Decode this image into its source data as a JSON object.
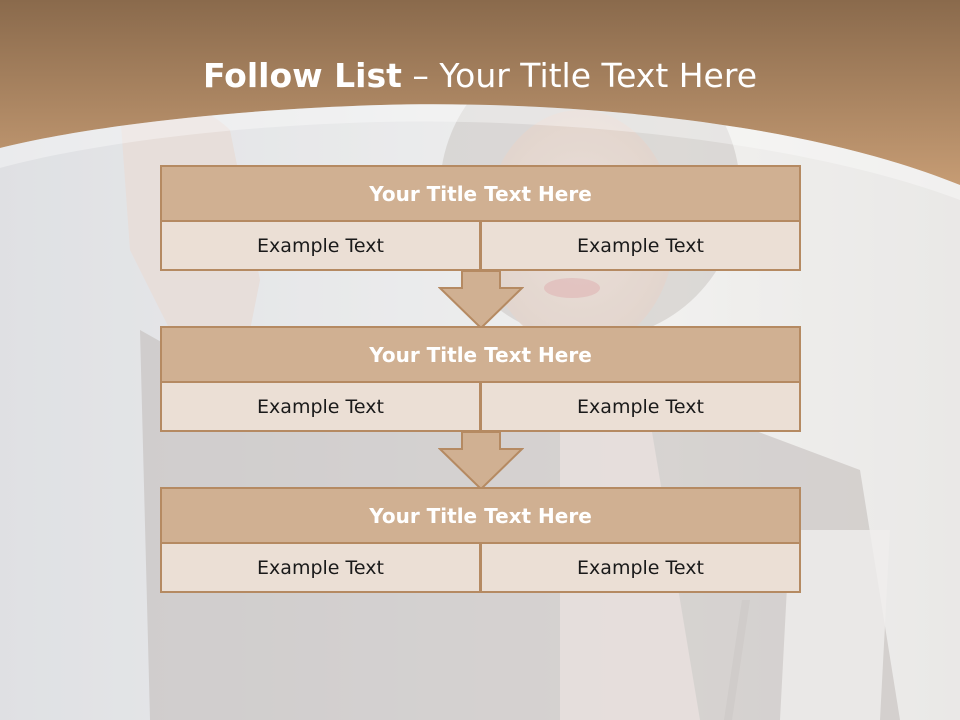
{
  "title": {
    "bold": "Follow List",
    "rest": "– Your Title Text Here"
  },
  "blocks": [
    {
      "title": "Your Title Text Here",
      "left": "Example Text",
      "right": "Example Text"
    },
    {
      "title": "Your Title Text Here",
      "left": "Example Text",
      "right": "Example Text"
    },
    {
      "title": "Your Title Text Here",
      "left": "Example Text",
      "right": "Example Text"
    }
  ],
  "colors": {
    "accent": "#b58a62",
    "header_fill": "#d0b092",
    "cell_fill": "#ebdfd5",
    "band_top": "#8a6a4c",
    "band_bottom": "#c69c74"
  }
}
